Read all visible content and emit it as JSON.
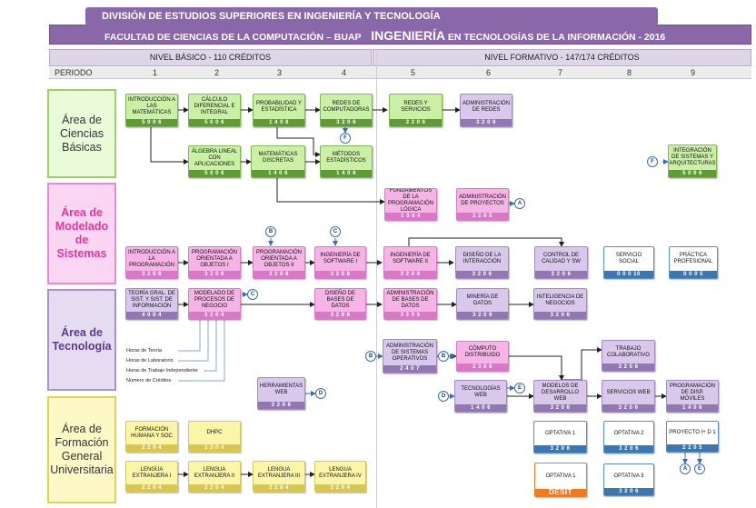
{
  "header": {
    "line1": "DIVISIÓN DE ESTUDIOS SUPERIORES EN INGENIERÍA Y TECNOLOGÍA",
    "line2": "FACULTAD DE CIENCIAS DE LA COMPUTACIÓN  – BUAP",
    "program_big": "INGENIERÍA",
    "program_rest": "EN TECNOLOGÍAS DE LA INFORMACIÓN - 2016"
  },
  "levels": {
    "basic": "NIVEL BÁSICO - 110 CRÉDITOS",
    "formative": "NIVEL FORMATIVO - 147/174 CRÉDITOS"
  },
  "periods": {
    "label": "PERIODO",
    "numbers": [
      "1",
      "2",
      "3",
      "4",
      "5",
      "6",
      "7",
      "8",
      "9"
    ]
  },
  "areas": {
    "ciencias": "Área de Ciencias Básicas",
    "modelado": "Área de Modelado de Sistemas",
    "tecnologia": "Área de Tecnología",
    "formacion": "Área de Formación General Universitaria"
  },
  "courses": {
    "c01": {
      "title": "INTRODUCCIÓN A LAS MATEMÁTICAS",
      "credits": "5 0 0 6"
    },
    "c02": {
      "title": "CÁLCULO DIFERENCIAL E INTEGRAL",
      "credits": "5 0 0 6"
    },
    "c03": {
      "title": "PROBABILIDAD Y ESTADÍSTICA",
      "credits": "1 4 0 6"
    },
    "c04": {
      "title": "REDES DE COMPUTADORAS",
      "credits": "3 2 0 6"
    },
    "c05": {
      "title": "REDES Y SERVICIOS",
      "credits": "3 2 0 6"
    },
    "c06": {
      "title": "ADMINISTRACIÓN DE REDES",
      "credits": "3 2 0 6"
    },
    "c07": {
      "title": "ÁLGEBRA LINEAL CON APLICACIONES",
      "credits": "5 0 0 6"
    },
    "c08": {
      "title": "MATEMÁTICAS DISCRETAS",
      "credits": "1 4 0 6"
    },
    "c09": {
      "title": "MÉTODOS ESTADÍSTICOS",
      "credits": "1 4 0 6"
    },
    "c10": {
      "title": "INTEGRACIÓN DE SISTEMAS Y ARQUITECTURAS",
      "credits": "5 0 0 6"
    },
    "c11": {
      "title": "FUNDAMENTOS DE LA PROGRAMACIÓN LÓGICA",
      "credits": "1 3 0 4"
    },
    "c12": {
      "title": "ADMINISTRACIÓN DE PROYECTOS",
      "credits": "2 2 0 5"
    },
    "c13": {
      "title": "INTRODUCCIÓN A LA PROGRAMACIÓN",
      "credits": "3 2 0 6"
    },
    "c14": {
      "title": "PROGRAMACIÓN ORIENTADA A OBJETOS I",
      "credits": "3 2 0 6"
    },
    "c15": {
      "title": "PROGRAMACIÓN ORIENTADA A OBJETOS II",
      "credits": "3 2 0 6"
    },
    "c16": {
      "title": "INGENIERÍA DE SOFTWARE I",
      "credits": "3 2 0 6"
    },
    "c17": {
      "title": "INGENIERÍA DE SOFTWARE II",
      "credits": "3 2 0 6"
    },
    "c18": {
      "title": "DISEÑO DE LA INTERACCIÓN",
      "credits": "3 2 0 6"
    },
    "c19": {
      "title": "CONTROL DE CALIDAD Y SW",
      "credits": "3 2 0 6"
    },
    "c20": {
      "title": "SERVICIO SOCIAL",
      "credits": "0 0 0 10"
    },
    "c21": {
      "title": "PRÁCTICA PROFESIONAL",
      "credits": "0 0 0 5"
    },
    "c22": {
      "title": "TEORÍA GRAL. DE SIST. Y SIST. DE INFORMACIÓN",
      "credits": "4 0 0 4"
    },
    "c23": {
      "title": "MODELADO DE PROCESOS DE NEGOCIO",
      "credits": "2 2 0 4"
    },
    "c24": {
      "title": "DISEÑO DE BASES DE DATOS",
      "credits": "3 2 0 6"
    },
    "c25": {
      "title": "ADMINISTRACIÓN DE BASES DE DATOS",
      "credits": "3 2 0 6"
    },
    "c26": {
      "title": "MINERÍA DE DATOS",
      "credits": "3 2 0 6"
    },
    "c27": {
      "title": "INTELIGENCIA DE NEGOCIOS",
      "credits": "3 2 0 6"
    },
    "c28": {
      "title": "ADMINISTRACIÓN DE SISTEMAS OPERATIVOS",
      "credits": "2 4 0 7"
    },
    "c29": {
      "title": "CÓMPUTO DISTRIBUIDO",
      "credits": "2 3 0 6"
    },
    "c30": {
      "title": "TRABAJO COLABORATIVO",
      "credits": "3 2 0 6"
    },
    "c31": {
      "title": "HERRAMIENTAS WEB",
      "credits": "3 2 0 6"
    },
    "c32": {
      "title": "TECNOLOGÍAS WEB",
      "credits": "1 4 0 6"
    },
    "c33": {
      "title": "MODELOS DE DESARROLLO WEB",
      "credits": "3 2 0 6"
    },
    "c34": {
      "title": "SERVICIOS WEB",
      "credits": "3 2 0 6"
    },
    "c35": {
      "title": "PROGRAMACIÓN DE DISP. MÓVILES",
      "credits": "1 4 0 6"
    },
    "c36": {
      "title": "OPTATIVA 1",
      "credits": "3 2 0 6"
    },
    "c37": {
      "title": "OPTATIVA 2",
      "credits": "3 2 0 6"
    },
    "c38": {
      "title": "PROYECTO I+ D 1",
      "credits": "2 2 0 5"
    },
    "c39": {
      "title": "OPTATIVA 1",
      "credits": "DESIT"
    },
    "c40": {
      "title": "OPTATIVA 3",
      "credits": "3 2 0 6"
    },
    "c41": {
      "title": "FORMACIÓN HUMANA Y SOC",
      "credits": "2 2 0 4"
    },
    "c42": {
      "title": "DHPC",
      "credits": "1 3 0 4"
    },
    "c43": {
      "title": "LENGUA EXTRANJERA I",
      "credits": "2 2 0 4"
    },
    "c44": {
      "title": "LENGUA EXTRANJERA II",
      "credits": "2 2 0 4"
    },
    "c45": {
      "title": "LENGUA EXTRANJERA III",
      "credits": "2 2 0 4"
    },
    "c46": {
      "title": "LENGUA EXTRANJERA IV",
      "credits": "2 2 0 4"
    }
  },
  "markers": {
    "A": "A",
    "B": "B",
    "C": "C",
    "D": "D",
    "E": "E",
    "F": "F"
  },
  "legend": {
    "teoria": "Horas de Teoría",
    "laboratorio": "Horas de Laboratorio",
    "independiente": "Horas de Trabajo Independiente",
    "creditos": "Número de Créditos"
  },
  "colors": {
    "header": "#8a67a8",
    "ciencias": "#c9f0a5",
    "modelado": "#f6b3e6",
    "tecnologia": "#d9c8ec",
    "formacion": "#fbf5a7",
    "optativa": "#3d76b0",
    "desit": "#f07a1d"
  }
}
